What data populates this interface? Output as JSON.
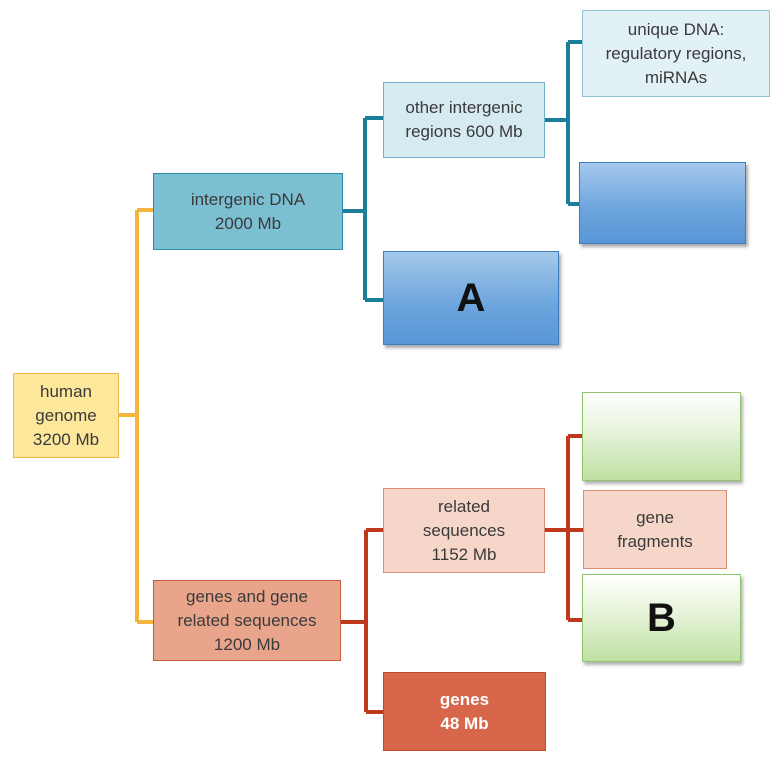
{
  "human_genome": {
    "line1": "human",
    "line2": "genome",
    "line3": "3200 Mb"
  },
  "intergenic_dna": {
    "line1": "intergenic DNA",
    "line2": "2000 Mb"
  },
  "other_intergenic": {
    "line1": "other intergenic",
    "line2": "regions 600 Mb"
  },
  "unique_dna": {
    "line1": "unique DNA:",
    "line2": "regulatory regions,",
    "line3": "miRNAs"
  },
  "blank_label_a": {
    "letter": "A"
  },
  "genes_and_related": {
    "line1": "genes and gene",
    "line2": "related sequences",
    "line3": "1200 Mb"
  },
  "related_sequences": {
    "line1": "related",
    "line2": "sequences",
    "line3": "1152 Mb"
  },
  "gene_fragments": {
    "line1": "gene",
    "line2": "fragments"
  },
  "genes": {
    "line1": "genes",
    "line2": "48 Mb"
  },
  "blank_label_b": {
    "letter": "B"
  },
  "colors": {
    "yellow_connector": "#f4b53f",
    "teal_connector": "#1b7f99",
    "red_connector": "#c0381c"
  }
}
